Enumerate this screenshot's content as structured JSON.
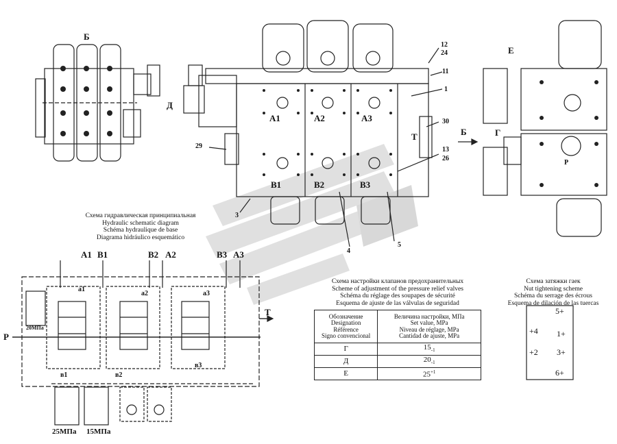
{
  "view_labels": {
    "view_b_top": "Б",
    "view_b_arrow": "Б",
    "view_e": "Е",
    "port_g": "Г",
    "port_d": "Д",
    "port_t": "Т",
    "port_p": "Р"
  },
  "main_ports": [
    "A1",
    "A2",
    "A3",
    "B1",
    "B2",
    "B3"
  ],
  "callouts": [
    "1",
    "3",
    "4",
    "5",
    "11",
    "12",
    "24",
    "13",
    "26",
    "29",
    "30"
  ],
  "hydraulic_caption": [
    "Схема гидравлическая принципиальная",
    "Hydraulic schematic diagram",
    "Schéma hydraulique de base",
    "Diagrama hidráulico esquemático"
  ],
  "hydraulic": {
    "top_ports": [
      "A1",
      "B1",
      "B2",
      "A2",
      "B3",
      "A3"
    ],
    "spool_labels": [
      "a1",
      "a2",
      "a3",
      "в1",
      "в2",
      "в3"
    ],
    "p": "Р",
    "t": "Т",
    "relief_main": "20МПа",
    "relief_left": "25МПа",
    "relief_right": "15МПа"
  },
  "relief_caption": [
    "Схема настройки клапанов предохранительных",
    "Scheme of adjustment of the pressure relief valves",
    "Schéma du réglage des soupapes de sécurité",
    "Esquema de ajuste de las válvulas de seguridad"
  ],
  "relief_table": {
    "headers": [
      [
        "Обозначение",
        "Designation",
        "Référence",
        "Signo convencional"
      ],
      [
        "Величина настройки, МПа",
        "Set value, MPa",
        "Niveau de réglage, MPa",
        "Cantidad de ajuste, MPa"
      ]
    ],
    "rows": [
      {
        "designation": "Г",
        "value": "15",
        "tol": "-1"
      },
      {
        "designation": "Д",
        "value": "20",
        "tol": "-1"
      },
      {
        "designation": "Е",
        "value": "25",
        "tol": "+1"
      }
    ]
  },
  "nut_caption": [
    "Схема затяжки гаек",
    "Nut tightening scheme",
    "Schéma du serrage des écrous",
    "Esquema de dilación de las tuercas"
  ],
  "nut_order": [
    "5",
    "4",
    "1",
    "2",
    "3",
    "6"
  ]
}
